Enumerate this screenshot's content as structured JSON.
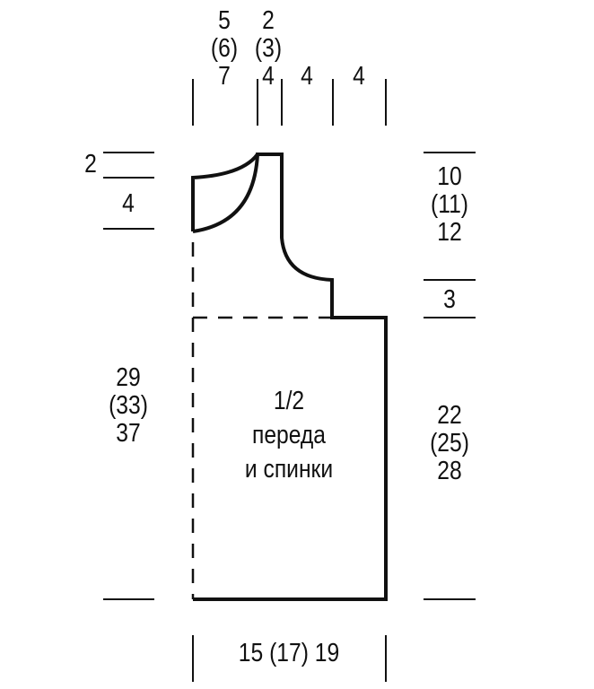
{
  "top": {
    "neck_width": [
      "5",
      "(6)",
      "7"
    ],
    "shoulder_width": [
      "2",
      "(3)",
      "4"
    ],
    "segment_a": "4",
    "segment_b": "4"
  },
  "left": {
    "back_neck_top": "2",
    "neck_depth": "4",
    "body_height": [
      "29",
      "(33)",
      "37"
    ]
  },
  "right": {
    "armhole_height": [
      "10",
      "(11)",
      "12"
    ],
    "armhole_step": "3",
    "side_height": [
      "22",
      "(25)",
      "28"
    ]
  },
  "center": {
    "lines": [
      "1/2",
      "переда",
      "и спинки"
    ]
  },
  "bottom": {
    "width": "15 (17) 19"
  },
  "colors": {
    "ink": "#111111"
  }
}
